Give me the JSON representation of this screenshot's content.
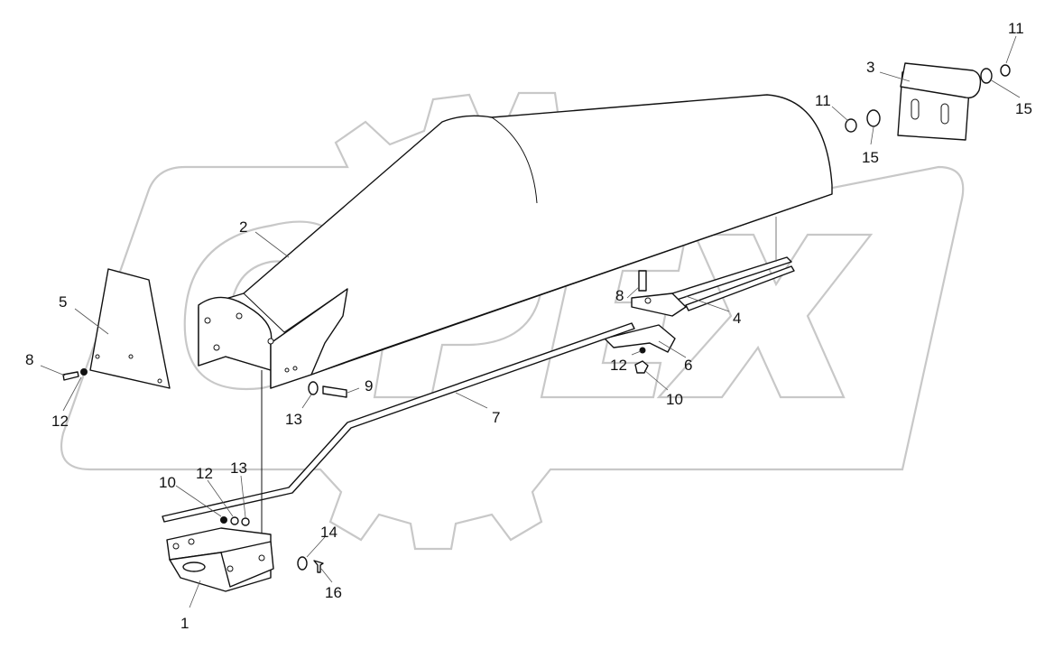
{
  "watermark": {
    "text": "ОРЕХ"
  },
  "callouts": [
    {
      "id": "c1",
      "label": "1"
    },
    {
      "id": "c2",
      "label": "2"
    },
    {
      "id": "c3",
      "label": "3"
    },
    {
      "id": "c4",
      "label": "4"
    },
    {
      "id": "c5",
      "label": "5"
    },
    {
      "id": "c6",
      "label": "6"
    },
    {
      "id": "c7",
      "label": "7"
    },
    {
      "id": "c8a",
      "label": "8"
    },
    {
      "id": "c8b",
      "label": "8"
    },
    {
      "id": "c9",
      "label": "9"
    },
    {
      "id": "c10a",
      "label": "10"
    },
    {
      "id": "c10b",
      "label": "10"
    },
    {
      "id": "c11a",
      "label": "11"
    },
    {
      "id": "c11b",
      "label": "11"
    },
    {
      "id": "c12a",
      "label": "12"
    },
    {
      "id": "c12b",
      "label": "12"
    },
    {
      "id": "c12c",
      "label": "12"
    },
    {
      "id": "c13a",
      "label": "13"
    },
    {
      "id": "c13b",
      "label": "13"
    },
    {
      "id": "c14",
      "label": "14"
    },
    {
      "id": "c15a",
      "label": "15"
    },
    {
      "id": "c15b",
      "label": "15"
    },
    {
      "id": "c16",
      "label": "16"
    }
  ]
}
